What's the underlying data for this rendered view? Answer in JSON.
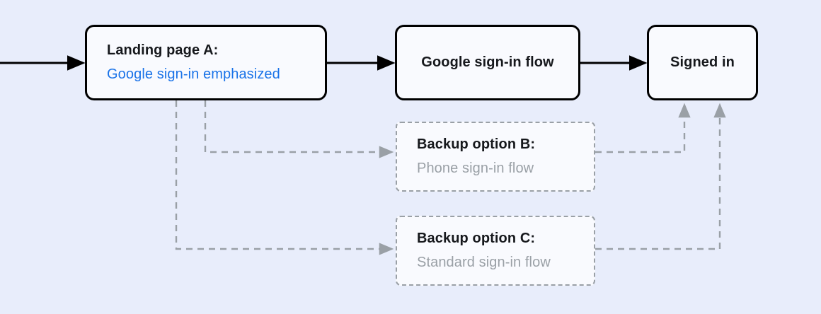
{
  "diagram": {
    "title": "Sign-in flow branching diagram",
    "background_color": "#e8edfb",
    "node_fill_color": "#f9fafe",
    "primary_stroke_color": "#000000",
    "muted_stroke_color": "#9aa0a6",
    "accent_blue": "#1a73e8",
    "muted_text_color": "#9aa0a6"
  },
  "nodes": {
    "landing": {
      "title": "Landing page A:",
      "subtitle": "Google sign-in emphasized",
      "style": "solid"
    },
    "google_flow": {
      "label": "Google sign-in flow",
      "style": "solid"
    },
    "signed_in": {
      "label": "Signed in",
      "style": "solid"
    },
    "backup_b": {
      "title": "Backup option B:",
      "subtitle": "Phone sign-in flow",
      "style": "dashed"
    },
    "backup_c": {
      "title": "Backup option C:",
      "subtitle": "Standard sign-in flow",
      "style": "dashed"
    }
  },
  "edges": [
    {
      "name": "entry-to-landing",
      "from": "entry",
      "to": "landing",
      "style": "solid",
      "direction": "right"
    },
    {
      "name": "landing-to-google",
      "from": "landing",
      "to": "google_flow",
      "style": "solid",
      "direction": "right"
    },
    {
      "name": "google-to-signedin",
      "from": "google_flow",
      "to": "signed_in",
      "style": "solid",
      "direction": "right"
    },
    {
      "name": "landing-to-backup-b",
      "from": "landing",
      "to": "backup_b",
      "style": "dashed",
      "direction": "right"
    },
    {
      "name": "landing-to-backup-c",
      "from": "landing",
      "to": "backup_c",
      "style": "dashed",
      "direction": "right"
    },
    {
      "name": "backup-b-to-signedin",
      "from": "backup_b",
      "to": "signed_in",
      "style": "dashed",
      "direction": "up"
    },
    {
      "name": "backup-c-to-signedin",
      "from": "backup_c",
      "to": "signed_in",
      "style": "dashed",
      "direction": "up"
    }
  ]
}
